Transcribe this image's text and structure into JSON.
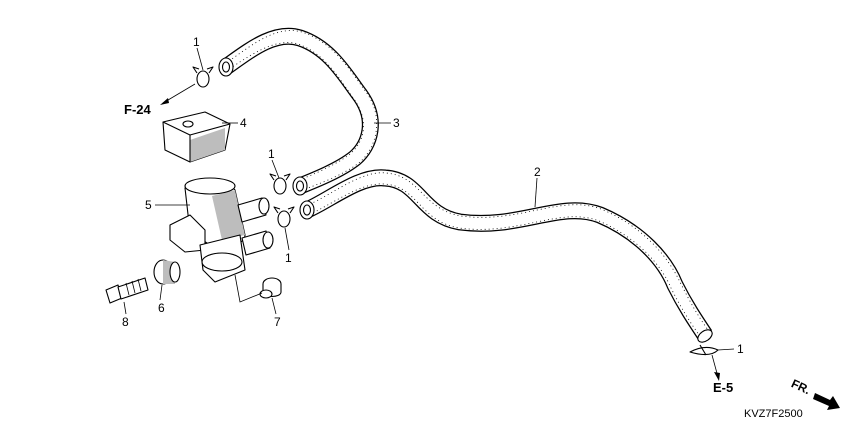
{
  "diagram": {
    "callouts": [
      {
        "id": "c1a",
        "text": "1"
      },
      {
        "id": "c1b",
        "text": "1"
      },
      {
        "id": "c1c",
        "text": "1"
      },
      {
        "id": "c1d",
        "text": "1"
      },
      {
        "id": "c2",
        "text": "2"
      },
      {
        "id": "c3",
        "text": "3"
      },
      {
        "id": "c4",
        "text": "4"
      },
      {
        "id": "c5",
        "text": "5"
      },
      {
        "id": "c6",
        "text": "6"
      },
      {
        "id": "c7",
        "text": "7"
      },
      {
        "id": "c8",
        "text": "8"
      }
    ],
    "references": {
      "f24": "F-24",
      "e5": "E-5",
      "front": "FR."
    },
    "drawing_code": "KVZ7F2500"
  }
}
